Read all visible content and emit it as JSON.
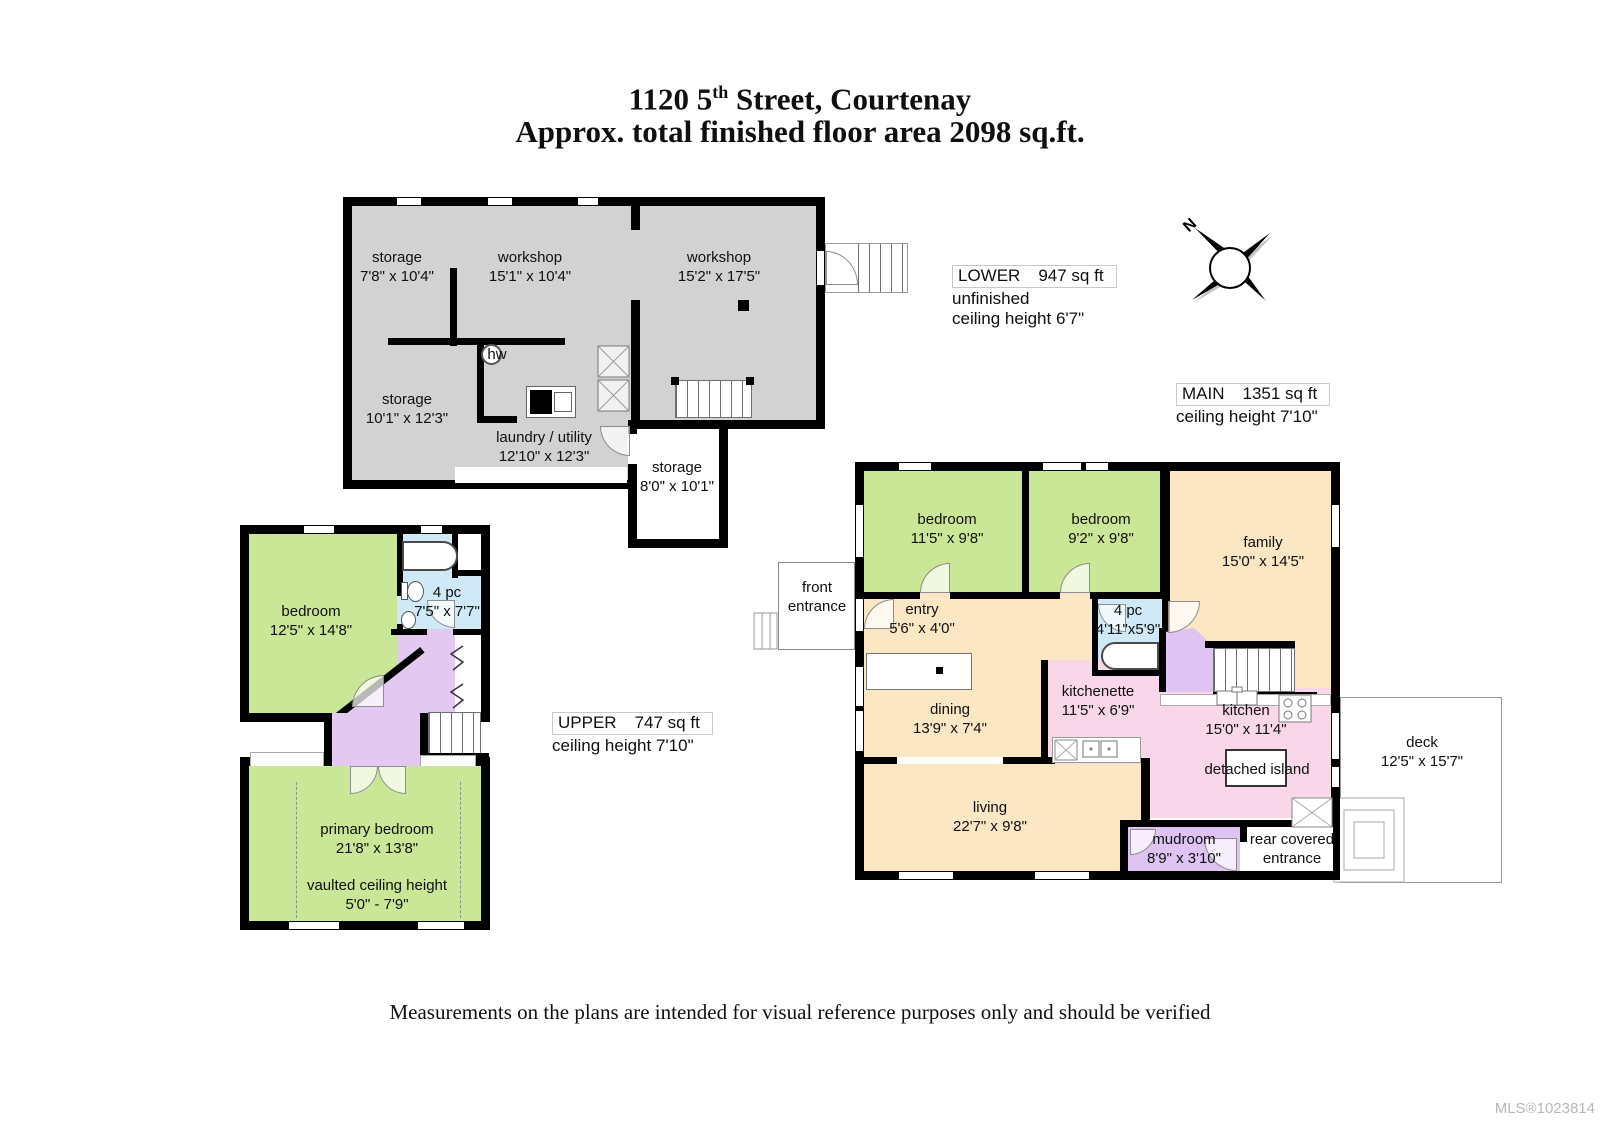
{
  "title": {
    "line1_a": "1120 5",
    "line1_sup": "th",
    "line1_b": " Street, Courtenay",
    "line2": "Approx. total finished floor area 2098 sq.ft."
  },
  "annotations": {
    "lower": {
      "name": "LOWER",
      "area": "947 sq ft",
      "line2": "unfinished",
      "line3": "ceiling height 6'7\""
    },
    "main": {
      "name": "MAIN",
      "area": "1351 sq ft",
      "line2": "ceiling height 7'10\""
    },
    "upper": {
      "name": "UPPER",
      "area": "747 sq ft",
      "line2": "ceiling height 7'10\""
    }
  },
  "compass": {
    "north": "N"
  },
  "lower": {
    "storage1": {
      "label": "storage",
      "dims": "7'8\" x 10'4\""
    },
    "workshop1": {
      "label": "workshop",
      "dims": "15'1\" x 10'4\""
    },
    "workshop2": {
      "label": "workshop",
      "dims": "15'2\" x 17'5\""
    },
    "storage2": {
      "label": "storage",
      "dims": "10'1\" x 12'3\""
    },
    "laundry": {
      "label": "laundry / utility",
      "dims": "12'10\" x 12'3\""
    },
    "storage3": {
      "label": "storage",
      "dims": "8'0\" x 10'1\""
    },
    "hw": {
      "label": "hw"
    }
  },
  "upper": {
    "bedroom": {
      "label": "bedroom",
      "dims": "12'5\" x 14'8\""
    },
    "bath": {
      "label": "4 pc",
      "dims": "7'5\" x 7'7\""
    },
    "primary": {
      "label": "primary bedroom",
      "dims": "21'8\" x 13'8\"",
      "note1": "vaulted ceiling height",
      "note2": "5'0\" - 7'9\""
    }
  },
  "main": {
    "bedroom1": {
      "label": "bedroom",
      "dims": "11'5\" x 9'8\""
    },
    "bedroom2": {
      "label": "bedroom",
      "dims": "9'2\" x 9'8\""
    },
    "family": {
      "label": "family",
      "dims": "15'0\" x 14'5\""
    },
    "entry": {
      "label": "entry",
      "dims": "5'6\" x 4'0\""
    },
    "bath": {
      "label": "4 pc",
      "dims": "4'11\"x5'9\""
    },
    "kitchenette": {
      "label": "kitchenette",
      "dims": "11'5\" x 6'9\""
    },
    "kitchen": {
      "label": "kitchen",
      "dims": "15'0\" x 11'4\""
    },
    "island": {
      "label": "detached island"
    },
    "dining": {
      "label": "dining",
      "dims": "13'9\" x 7'4\""
    },
    "living": {
      "label": "living",
      "dims": "22'7\" x 9'8\""
    },
    "mudroom": {
      "label": "mudroom",
      "dims": "8'9\" x 3'10\""
    },
    "rear": {
      "label": "rear covered",
      "label2": "entrance"
    },
    "deck": {
      "label": "deck",
      "dims": "12'5\" x 15'7\""
    },
    "front": {
      "label": "front",
      "label2": "entrance"
    }
  },
  "footer": {
    "disclaimer": "Measurements on the plans are intended for visual reference purposes only and should be verified",
    "mls": "MLS®1023814"
  },
  "colors": {
    "wall": "#000000",
    "lower_fill": "#d2d2d2",
    "bedroom_green": "#c9e797",
    "bath_blue": "#cfe9f6",
    "hall_purple": "#e3c9f1",
    "tan": "#fbe7c4",
    "pink": "#f9d7e9",
    "mud_purple": "#dfc3f2",
    "mls_gray": "#b7b7b7"
  }
}
